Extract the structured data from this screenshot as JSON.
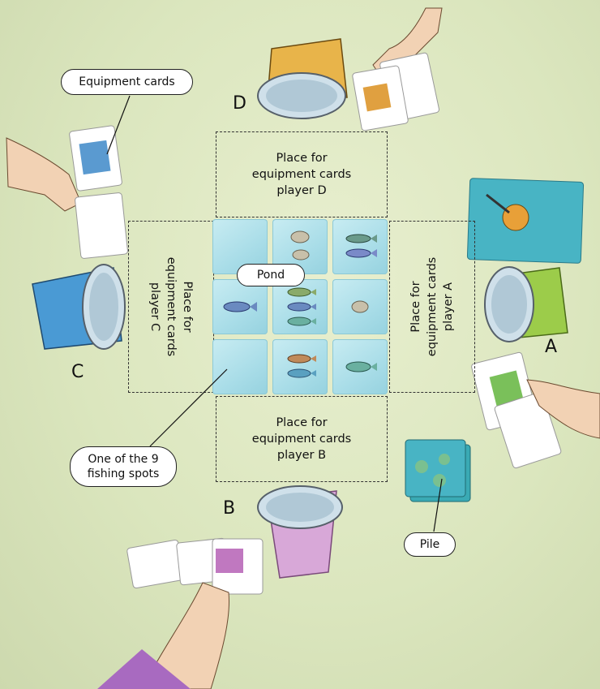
{
  "labels": {
    "equipment_cards": "Equipment cards",
    "pond": "Pond",
    "fishing_spot": "One of the 9 fishing spots",
    "pile": "Pile"
  },
  "zones": {
    "player_d": [
      "Place for",
      "equipment cards",
      "player D"
    ],
    "player_b": [
      "Place for",
      "equipment cards",
      "player B"
    ],
    "player_a": [
      "Place for",
      "equipment cards",
      "player A"
    ],
    "player_c": [
      "Place for",
      "equipment cards",
      "player C"
    ]
  },
  "players": {
    "a": "A",
    "b": "B",
    "c": "C",
    "d": "D"
  },
  "colors": {
    "background": "#dbe6be",
    "pond_tile": "#a9dde8",
    "bucket_d": "#e8b44a",
    "bucket_a": "#9ccc4a",
    "bucket_c": "#4a9ad4",
    "bucket_b": "#d8a8d8"
  },
  "pond_tiles": [
    {
      "spot": 1,
      "content": "empty"
    },
    {
      "spot": 2,
      "content": "stones-icon"
    },
    {
      "spot": 3,
      "content": "fish-icon"
    },
    {
      "spot": 4,
      "content": "fish-icon"
    },
    {
      "spot": 5,
      "content": "fish-icon"
    },
    {
      "spot": 6,
      "content": "stone-icon"
    },
    {
      "spot": 7,
      "content": "empty"
    },
    {
      "spot": 8,
      "content": "fish-icon"
    },
    {
      "spot": 9,
      "content": "fish-icon"
    }
  ]
}
